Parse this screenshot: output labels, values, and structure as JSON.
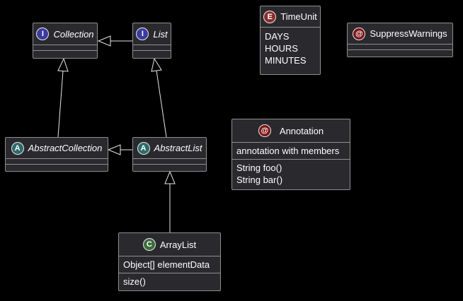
{
  "nodes": {
    "collection": {
      "name": "Collection",
      "kind": "interface",
      "badge": "I",
      "color": "#3b3ba0"
    },
    "list": {
      "name": "List",
      "kind": "interface",
      "badge": "I",
      "color": "#3b3ba0"
    },
    "abstract_collection": {
      "name": "AbstractCollection",
      "kind": "abstract",
      "badge": "A",
      "color": "#2f6b6b"
    },
    "abstract_list": {
      "name": "AbstractList",
      "kind": "abstract",
      "badge": "A",
      "color": "#2f6b6b"
    },
    "array_list": {
      "name": "ArrayList",
      "kind": "class",
      "badge": "C",
      "color": "#3d6b3d",
      "fields": [
        "Object[] elementData"
      ],
      "methods": [
        "size()"
      ]
    },
    "time_unit": {
      "name": "TimeUnit",
      "kind": "enum",
      "badge": "E",
      "color": "#8a2d2d",
      "values": [
        "DAYS",
        "HOURS",
        "MINUTES"
      ]
    },
    "suppress_warnings": {
      "name": "SuppressWarnings",
      "kind": "annotation",
      "badge": "@",
      "color": "#7a1414"
    },
    "annotation": {
      "name": "Annotation",
      "kind": "annotation",
      "badge": "@",
      "color": "#7a1414",
      "fields": [
        "annotation with members"
      ],
      "methods": [
        "String foo()",
        "String bar()"
      ]
    }
  },
  "edges": [
    {
      "from": "List",
      "to": "Collection",
      "type": "generalization"
    },
    {
      "from": "AbstractCollection",
      "to": "Collection",
      "type": "generalization"
    },
    {
      "from": "AbstractList",
      "to": "List",
      "type": "generalization"
    },
    {
      "from": "AbstractList",
      "to": "AbstractCollection",
      "type": "generalization"
    },
    {
      "from": "ArrayList",
      "to": "AbstractList",
      "type": "generalization"
    }
  ]
}
